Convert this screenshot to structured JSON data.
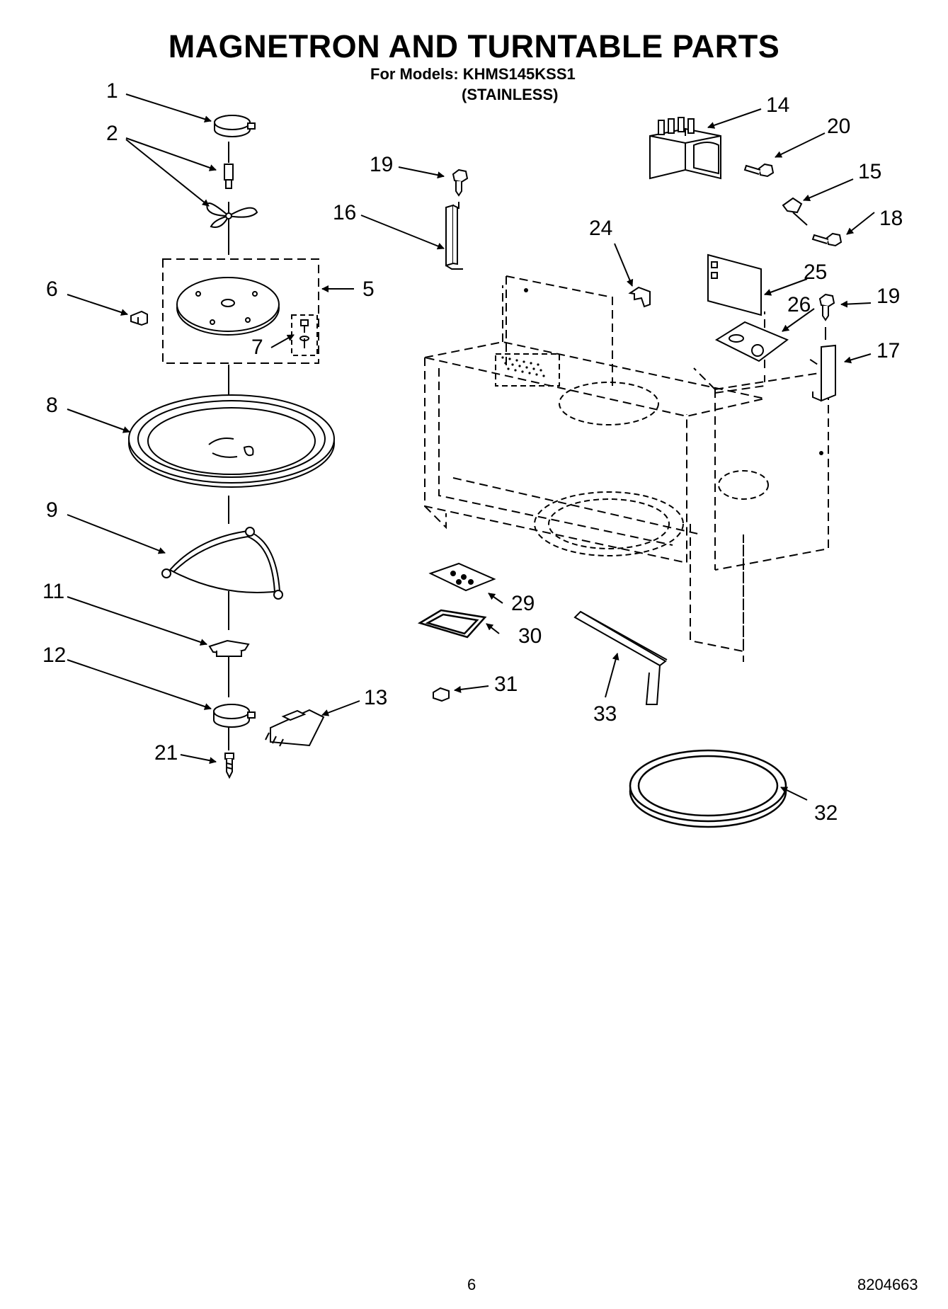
{
  "header": {
    "title": "MAGNETRON AND TURNTABLE PARTS",
    "models_line": "For Models: KHMS145KSS1",
    "variant_line": "(STAINLESS)"
  },
  "footer": {
    "page_number": "6",
    "doc_number": "8204663"
  },
  "callouts": [
    "1",
    "2",
    "5",
    "6",
    "7",
    "8",
    "9",
    "11",
    "12",
    "13",
    "14",
    "15",
    "16",
    "17",
    "18",
    "19",
    "19",
    "20",
    "21",
    "24",
    "25",
    "26",
    "29",
    "30",
    "31",
    "32",
    "33"
  ]
}
